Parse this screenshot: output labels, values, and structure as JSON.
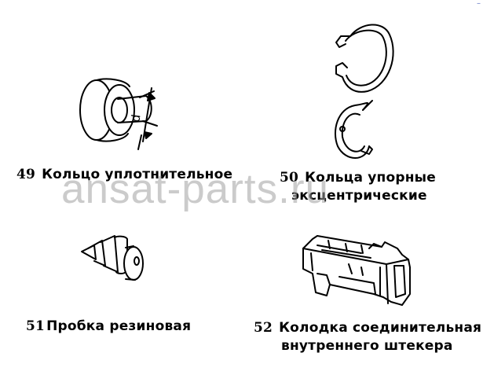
{
  "parts": [
    {
      "number": "49",
      "name": "Кольцо уплотнительное",
      "dim_label": "d"
    },
    {
      "number": "50",
      "name_line1": "Кольца упорные",
      "name_line2": "эксцентрические"
    },
    {
      "number": "51",
      "name": "Пробка резиновая"
    },
    {
      "number": "52",
      "name_line1": "Колодка соединительная",
      "name_line2": "внутреннего штекера"
    }
  ],
  "watermark": "ansat-parts.ru",
  "corner_mark": "–"
}
